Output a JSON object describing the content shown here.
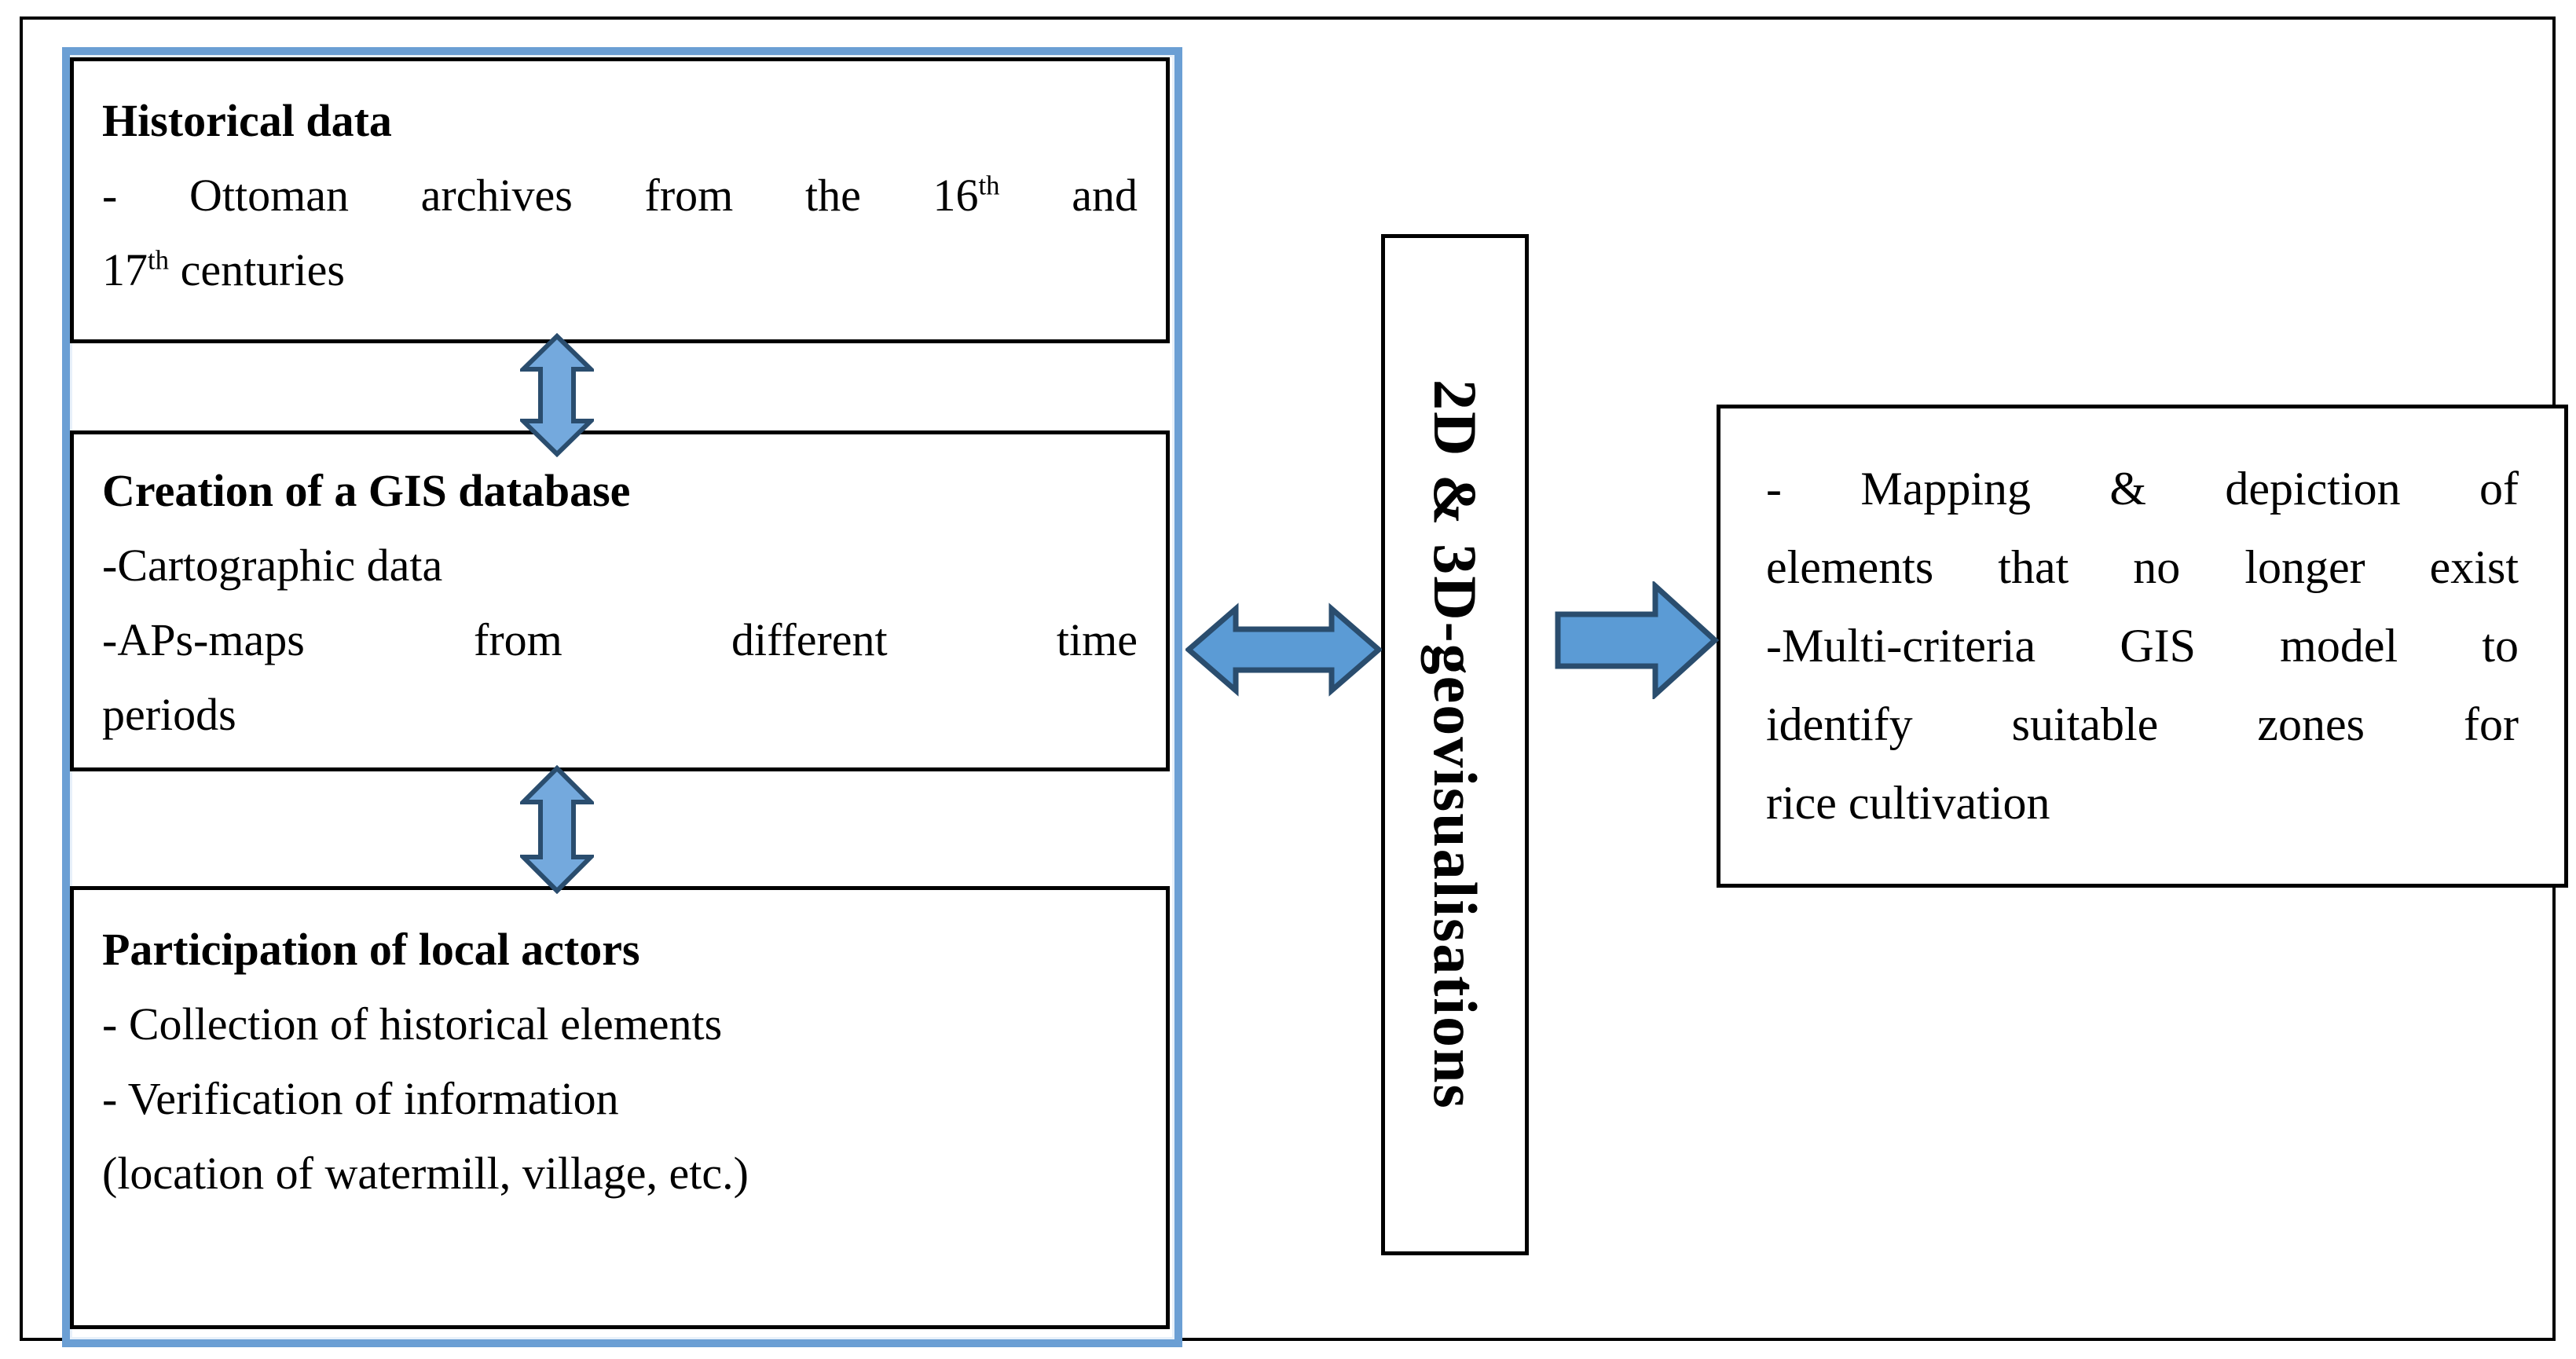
{
  "diagram": {
    "left_panel": {
      "historical_box": {
        "title": "Historical data",
        "line1_a": "- Ottoman archives from the 16",
        "line1_sup": "th",
        "line1_b": " and",
        "line2_a": "17",
        "line2_sup": "th",
        "line2_b": " centuries"
      },
      "gis_box": {
        "title": "Creation of a GIS database",
        "line1": "-Cartographic data",
        "line2": "-APs-maps from different time",
        "line3": "periods"
      },
      "actors_box": {
        "title": "Participation of local actors",
        "line1": "- Collection of historical elements",
        "line2": "- Verification of information",
        "line3": "(location of watermill, village, etc.)"
      }
    },
    "center_box": {
      "label": "2D & 3D-geovisualisations"
    },
    "output_box": {
      "line1": "- Mapping & depiction of",
      "line2": "elements that no longer exist",
      "line3": "-Multi-criteria GIS model to",
      "line4": "identify suitable zones for",
      "line5": "rice cultivation"
    },
    "icons": {
      "horizontal_double_arrow": "left-right-arrow",
      "horizontal_single_arrow": "right-arrow",
      "vertical_double_arrow_top": "up-down-arrow",
      "vertical_double_arrow_bottom": "up-down-arrow"
    },
    "colors": {
      "arrow_fill": "#5b9bd5",
      "arrow_fill_light": "#74a9dd",
      "arrow_outline": "#2a4d6e",
      "panel_border": "#6b9fd4",
      "box_border": "#000000",
      "background": "#ffffff"
    }
  }
}
